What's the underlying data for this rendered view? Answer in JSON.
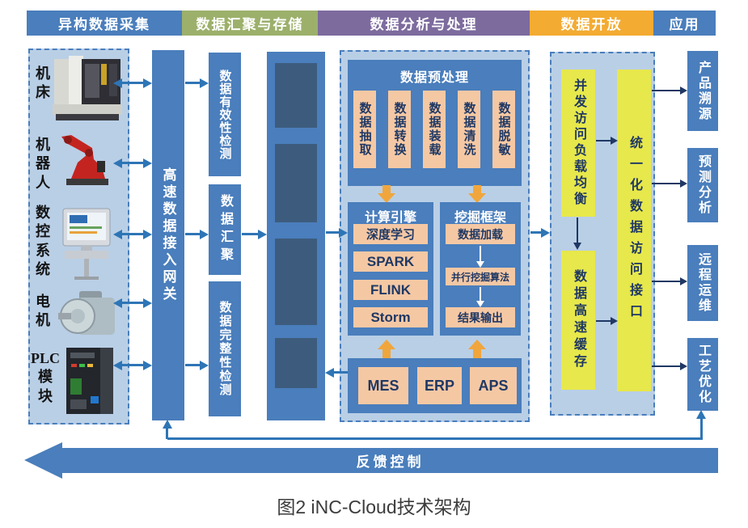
{
  "header": {
    "segments": [
      {
        "label": "异构数据采集"
      },
      {
        "label": "数据汇聚与存储"
      },
      {
        "label": "数据分析与处理"
      },
      {
        "label": "数据开放"
      },
      {
        "label": "应用"
      }
    ]
  },
  "devices": {
    "items": [
      {
        "label": "机\n床",
        "icon": "machine-tool-icon"
      },
      {
        "label": "机\n器\n人",
        "icon": "robot-arm-icon"
      },
      {
        "label": "数\n控\n系\n统",
        "icon": "cnc-system-icon"
      },
      {
        "label": "电\n机",
        "icon": "motor-icon"
      },
      {
        "label": "PLC\n模\n块",
        "icon": "plc-module-icon"
      }
    ]
  },
  "gateway": {
    "label": "高速数据接入网关"
  },
  "aggregation": {
    "validity": "数据有效性检测",
    "converge": "数据汇聚",
    "integrity": "数据完整性检测"
  },
  "analysis": {
    "preprocess": {
      "title": "数据预处理",
      "steps": [
        "数据抽取",
        "数据转换",
        "数据装载",
        "数据清洗",
        "数据脱敏"
      ]
    },
    "compute": {
      "title": "计算引擎",
      "items": [
        "深度学习",
        "SPARK",
        "FLINK",
        "Storm"
      ]
    },
    "mining": {
      "title": "挖掘框架",
      "steps": [
        "数据加载",
        "并行挖掘算法",
        "结果输出"
      ]
    },
    "systems": [
      "MES",
      "ERP",
      "APS"
    ]
  },
  "opening": {
    "load_balance": "并发访问负载均衡",
    "cache": "数据高速缓存",
    "interface": "统一化数据访问接口"
  },
  "applications": [
    "产品溯源",
    "预测分析",
    "远程运维",
    "工艺优化"
  ],
  "feedback": {
    "label": "反馈控制"
  },
  "caption": "图2 iNC-Cloud技术架构",
  "colors": {
    "primary_blue": "#4a7ebc",
    "connector_blue": "#2e75b6",
    "panel_light_blue": "#b9cfe6",
    "storage_navy": "#3d5c7d",
    "salmon": "#f5c8a4",
    "navy_text": "#1f3864",
    "yellow": "#e7e84b",
    "header_green": "#9cb06b",
    "header_purple": "#7d6b9e",
    "header_orange": "#f3ab32",
    "arrow_orange": "#f0a63c"
  }
}
